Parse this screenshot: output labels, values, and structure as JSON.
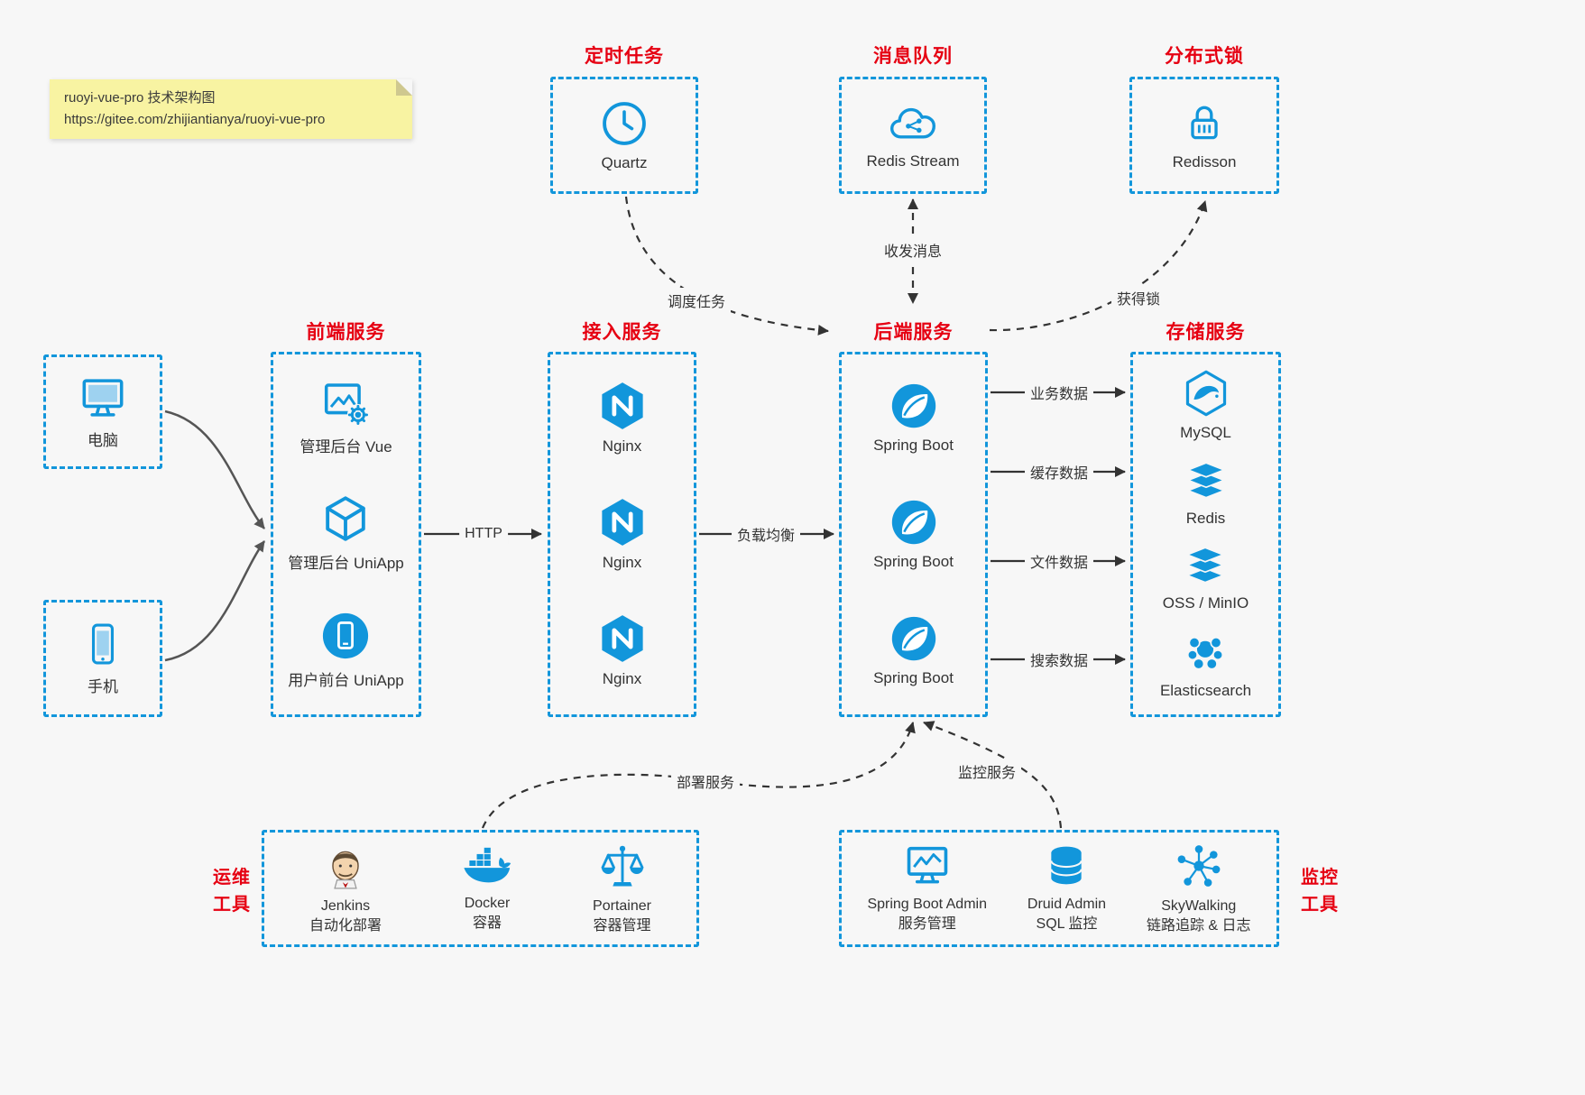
{
  "note": {
    "line1": "ruoyi-vue-pro 技术架构图",
    "line2": "https://gitee.com/zhijiantianya/ruoyi-vue-pro"
  },
  "colors": {
    "accent": "#1296db",
    "heading_red": "#e60012",
    "arrow_dark": "#333333"
  },
  "groups": {
    "scheduled": {
      "title": "定时任务",
      "items": [
        {
          "icon": "clock-icon",
          "label": "Quartz"
        }
      ]
    },
    "mq": {
      "title": "消息队列",
      "items": [
        {
          "icon": "cloud-network-icon",
          "label": "Redis Stream"
        }
      ]
    },
    "lock": {
      "title": "分布式锁",
      "items": [
        {
          "icon": "padlock-icon",
          "label": "Redisson"
        }
      ]
    },
    "clients": {
      "items": [
        {
          "icon": "desktop-icon",
          "label": "电脑"
        },
        {
          "icon": "smartphone-icon",
          "label": "手机"
        }
      ]
    },
    "frontend": {
      "title": "前端服务",
      "items": [
        {
          "icon": "admin-ui-gear-icon",
          "label": "管理后台 Vue"
        },
        {
          "icon": "cube-icon",
          "label": "管理后台 UniApp"
        },
        {
          "icon": "mobile-app-icon",
          "label": "用户前台 UniApp"
        }
      ]
    },
    "gateway": {
      "title": "接入服务",
      "items": [
        {
          "icon": "nginx-icon",
          "label": "Nginx"
        },
        {
          "icon": "nginx-icon",
          "label": "Nginx"
        },
        {
          "icon": "nginx-icon",
          "label": "Nginx"
        }
      ]
    },
    "backend": {
      "title": "后端服务",
      "items": [
        {
          "icon": "spring-icon",
          "label": "Spring Boot"
        },
        {
          "icon": "spring-icon",
          "label": "Spring Boot"
        },
        {
          "icon": "spring-icon",
          "label": "Spring Boot"
        }
      ]
    },
    "storage": {
      "title": "存储服务",
      "items": [
        {
          "icon": "mysql-icon",
          "label": "MySQL"
        },
        {
          "icon": "redis-icon",
          "label": "Redis"
        },
        {
          "icon": "layers-icon",
          "label": "OSS / MinIO"
        },
        {
          "icon": "elasticsearch-icon",
          "label": "Elasticsearch"
        }
      ]
    },
    "ops": {
      "title_line1": "运维",
      "title_line2": "工具",
      "items": [
        {
          "icon": "jenkins-icon",
          "label": "Jenkins",
          "sub": "自动化部署"
        },
        {
          "icon": "docker-icon",
          "label": "Docker",
          "sub": "容器"
        },
        {
          "icon": "scales-icon",
          "label": "Portainer",
          "sub": "容器管理"
        }
      ]
    },
    "monitoring": {
      "title_line1": "监控",
      "title_line2": "工具",
      "items": [
        {
          "icon": "monitor-pulse-icon",
          "label": "Spring Boot Admin",
          "sub": "服务管理"
        },
        {
          "icon": "database-icon",
          "label": "Druid Admin",
          "sub": "SQL 监控"
        },
        {
          "icon": "network-graph-icon",
          "label": "SkyWalking",
          "sub": "链路追踪 & 日志"
        }
      ]
    }
  },
  "edges": {
    "http": "HTTP",
    "load_balance": "负载均衡",
    "schedule_task": "调度任务",
    "send_receive_message": "收发消息",
    "acquire_lock": "获得锁",
    "business_data": "业务数据",
    "cache_data": "缓存数据",
    "file_data": "文件数据",
    "search_data": "搜索数据",
    "deploy_service": "部署服务",
    "monitor_service": "监控服务"
  }
}
